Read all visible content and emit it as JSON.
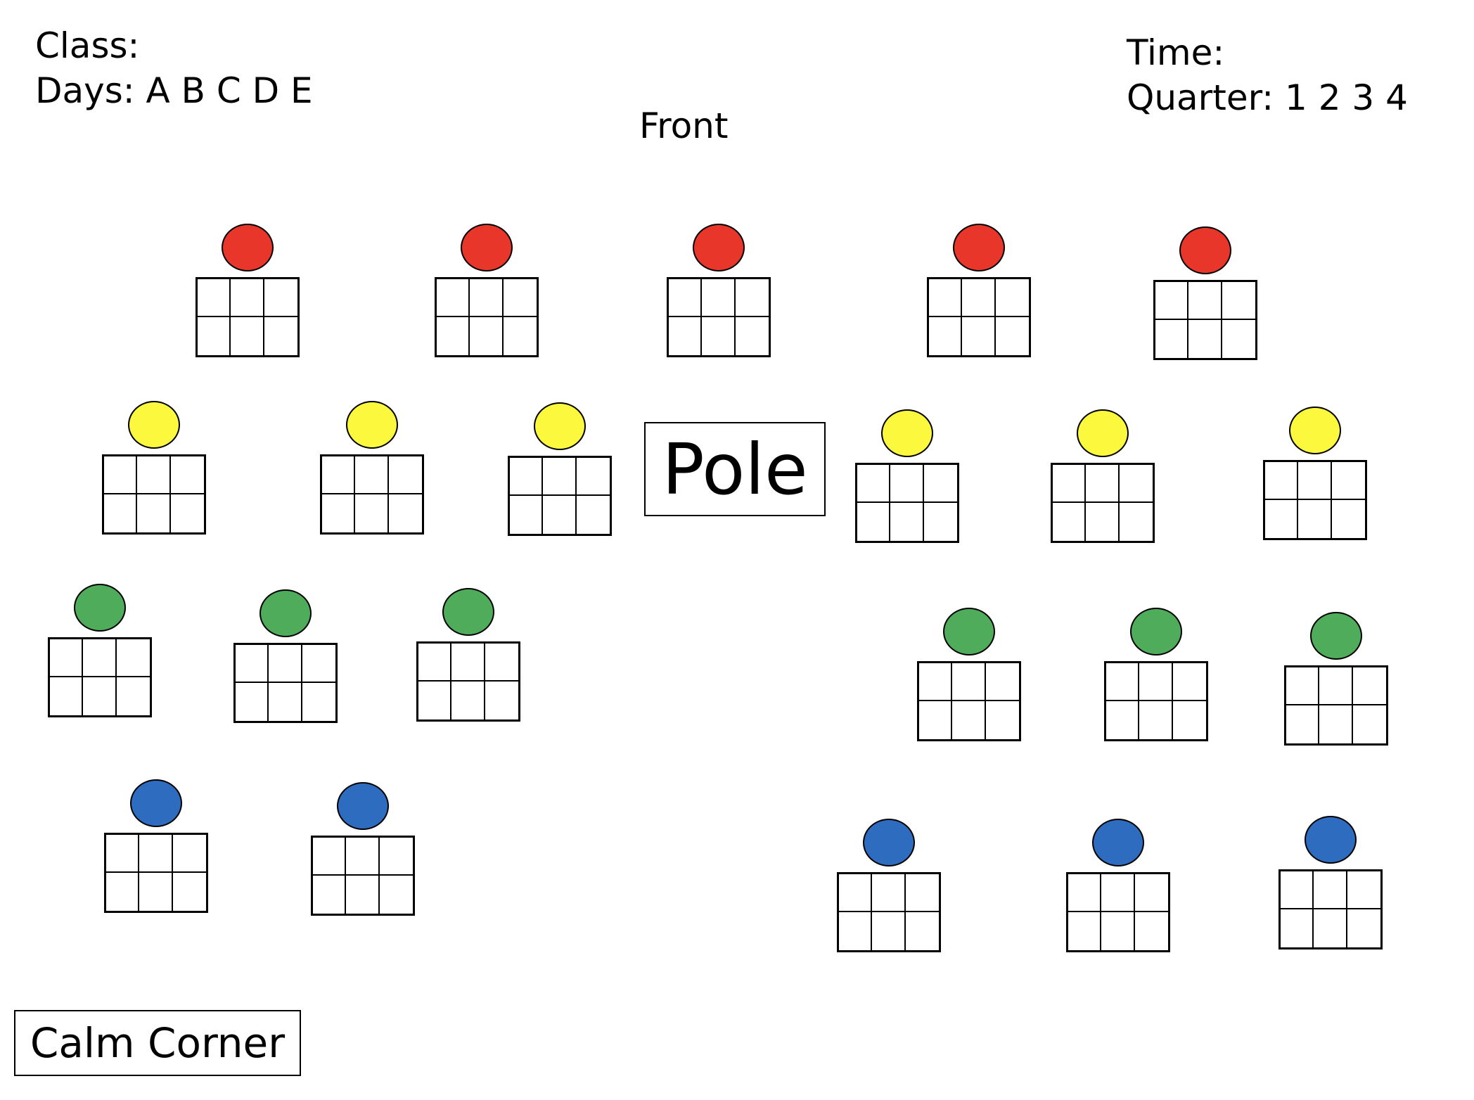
{
  "header": {
    "class_label": "Class:",
    "days_label": "Days: A B C D E",
    "time_label": "Time:",
    "quarter_label": "Quarter: 1 2 3 4",
    "front_label": "Front"
  },
  "pole_label": "Pole",
  "calm_corner_label": "Calm Corner",
  "colors": {
    "red": "#e8362a",
    "yellow": "#fbf83e",
    "green": "#4fac5b",
    "blue": "#2e6cc0"
  },
  "rows": [
    {
      "color": "red",
      "seat_count": 5
    },
    {
      "color": "yellow",
      "seat_count": 6
    },
    {
      "color": "green",
      "seat_count": 6
    },
    {
      "color": "blue",
      "seat_count": 5
    }
  ]
}
